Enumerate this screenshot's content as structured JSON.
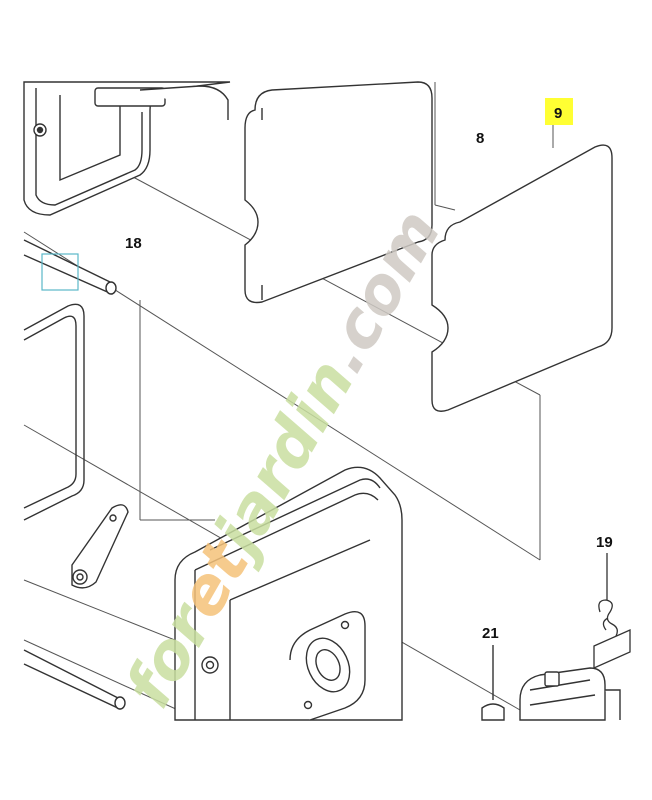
{
  "diagram": {
    "part_labels": {
      "p8": "8",
      "p9": "9",
      "p18": "18",
      "p19": "19",
      "p21": "21"
    },
    "highlight_color": "#ffff33",
    "selection_box_color": "#5bb8c9"
  },
  "watermark": {
    "part1": "for",
    "part2": "et",
    "part3": "jardin",
    "part4": ".com",
    "colors": {
      "green": "#c9dfa0",
      "orange": "#f5c27a",
      "gray": "#cfcac4"
    }
  }
}
